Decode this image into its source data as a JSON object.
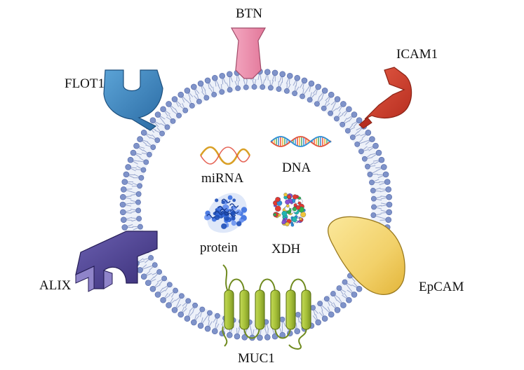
{
  "labels": {
    "btn": "BTN",
    "icam1": "ICAM1",
    "flot1": "FLOT1",
    "alix": "ALIX",
    "epcam": "EpCAM",
    "muc1": "MUC1",
    "mirna": "miRNA",
    "dna": "DNA",
    "protein": "protein",
    "xdh": "XDH"
  },
  "colors": {
    "lipid_head": "#7f93c9",
    "lipid_head_stroke": "#5468a8",
    "lipid_tail": "#9aa8cf",
    "vesicle_fill": "#dfe6f4",
    "btn": "#ef8fae",
    "icam1": "#d6412f",
    "flot1": "#3d86c1",
    "alix": "#4b3f8f",
    "epcam": "#f2d46a",
    "muc1": "#a8c23a",
    "protein": "#2f5fc7"
  }
}
